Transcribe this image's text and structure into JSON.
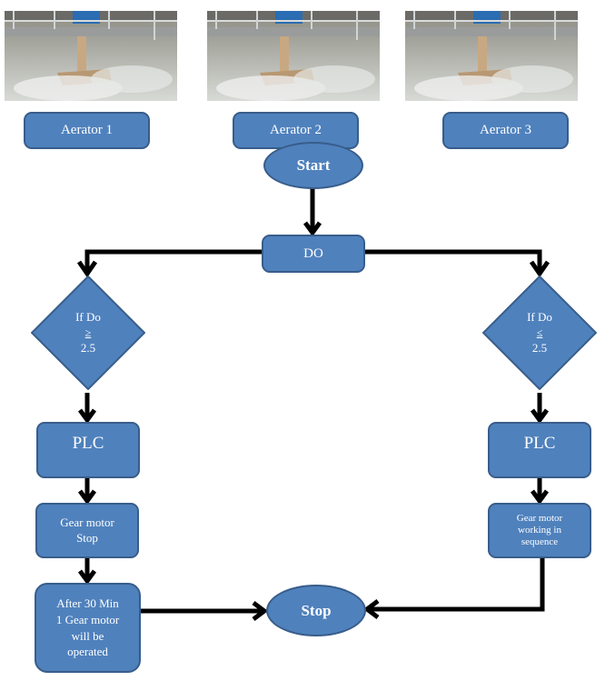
{
  "diagram": {
    "colors": {
      "fill": "#4f81bd",
      "stroke": "#385d8a",
      "text": "#ffffff",
      "connector": "#000000"
    },
    "aerators": [
      {
        "label": "Aerator 1",
        "image": "aerator-photo"
      },
      {
        "label": "Aerator 2",
        "image": "aerator-photo"
      },
      {
        "label": "Aerator 3",
        "image": "aerator-photo"
      }
    ],
    "start": "Start",
    "do_node": "DO",
    "left_branch": {
      "decision": {
        "line1": "If Do",
        "operator": "≥",
        "value": "2.5"
      },
      "plc": "PLC",
      "action": [
        "Gear motor",
        "Stop"
      ],
      "followup": [
        "After 30 Min",
        "1 Gear motor",
        "will be",
        "operated"
      ]
    },
    "right_branch": {
      "decision": {
        "line1": "If Do",
        "operator": "≤",
        "value": "2.5"
      },
      "plc": "PLC",
      "action": [
        "Gear motor",
        "working in",
        "sequence"
      ]
    },
    "stop": "Stop"
  }
}
